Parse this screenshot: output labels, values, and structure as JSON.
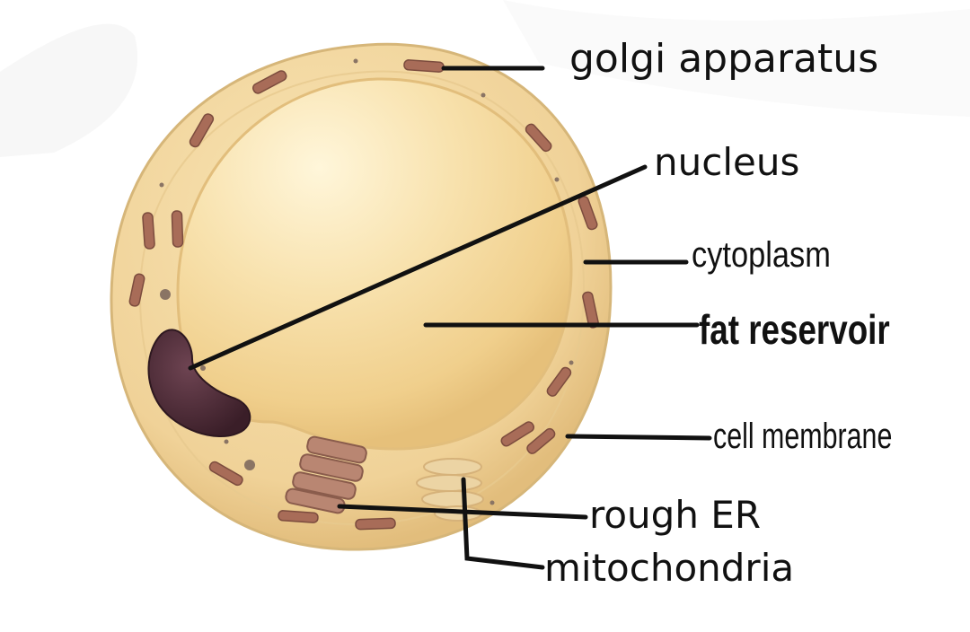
{
  "diagram": {
    "labels": {
      "golgi": "golgi apparatus",
      "nucleus": "nucleus",
      "cytoplasm": "cytoplasm",
      "fat_reservoir": "fat reservoir",
      "cell_membrane": "cell membrane",
      "rough_er": "rough ER",
      "mitochondria": "mitochondria"
    },
    "colors": {
      "cytoplasm": "#f0d49a",
      "membrane": "#d8b87a",
      "fat_droplet": "#f6dfa4",
      "nucleus": "#4a2a35",
      "organelle": "#a0685a",
      "leader_line": "#111111"
    }
  }
}
